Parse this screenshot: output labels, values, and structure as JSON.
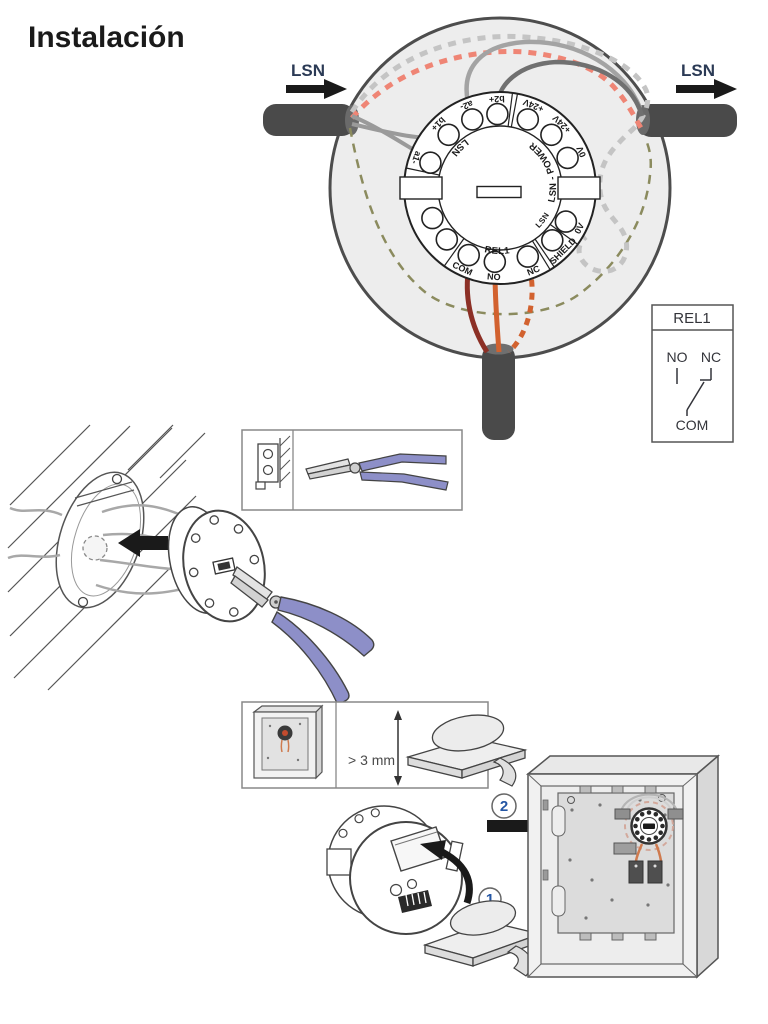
{
  "page": {
    "title": "Instalación"
  },
  "colors": {
    "accent_navy": "#2b3a55",
    "step_number": "#2456a4",
    "cable": "#4a4a4a",
    "wire_gray_dashed": "#c4c4c4",
    "wire_salmon_dashed": "#ef8575",
    "wire_olive_dashed": "#8b8b5e",
    "wire_gray_light": "#a3a3a3",
    "wire_gray_dark": "#707070",
    "wire_dark_red": "#8c3026",
    "wire_orange": "#d2622f",
    "plier_handle": "#8d8fc8",
    "diagram_circle_fill": "#ededed"
  },
  "wiring": {
    "lsn_in": "LSN",
    "lsn_out": "LSN",
    "groups": {
      "lsn": "LSN",
      "lsn_power": "LSN - POWER",
      "lsn_shield": "LSN",
      "relay": "REL1"
    },
    "terminals": [
      {
        "label": "a1-"
      },
      {
        "label": "b1+"
      },
      {
        "label": "a2-"
      },
      {
        "label": "b2+"
      },
      {
        "label": "+24V"
      },
      {
        "label": "+24V"
      },
      {
        "label": "0V"
      },
      {
        "label": "0V"
      },
      {
        "label": "SHIELD"
      },
      {
        "label": "NC"
      },
      {
        "label": "NO"
      },
      {
        "label": "COM"
      },
      {
        "label": ""
      },
      {
        "label": ""
      }
    ]
  },
  "relay_legend": {
    "title": "REL1",
    "no": "NO",
    "nc": "NC",
    "com": "COM"
  },
  "steps": {
    "step1": "1",
    "step2": "2"
  },
  "dimensions": {
    "tape_thickness": "> 3 mm"
  }
}
